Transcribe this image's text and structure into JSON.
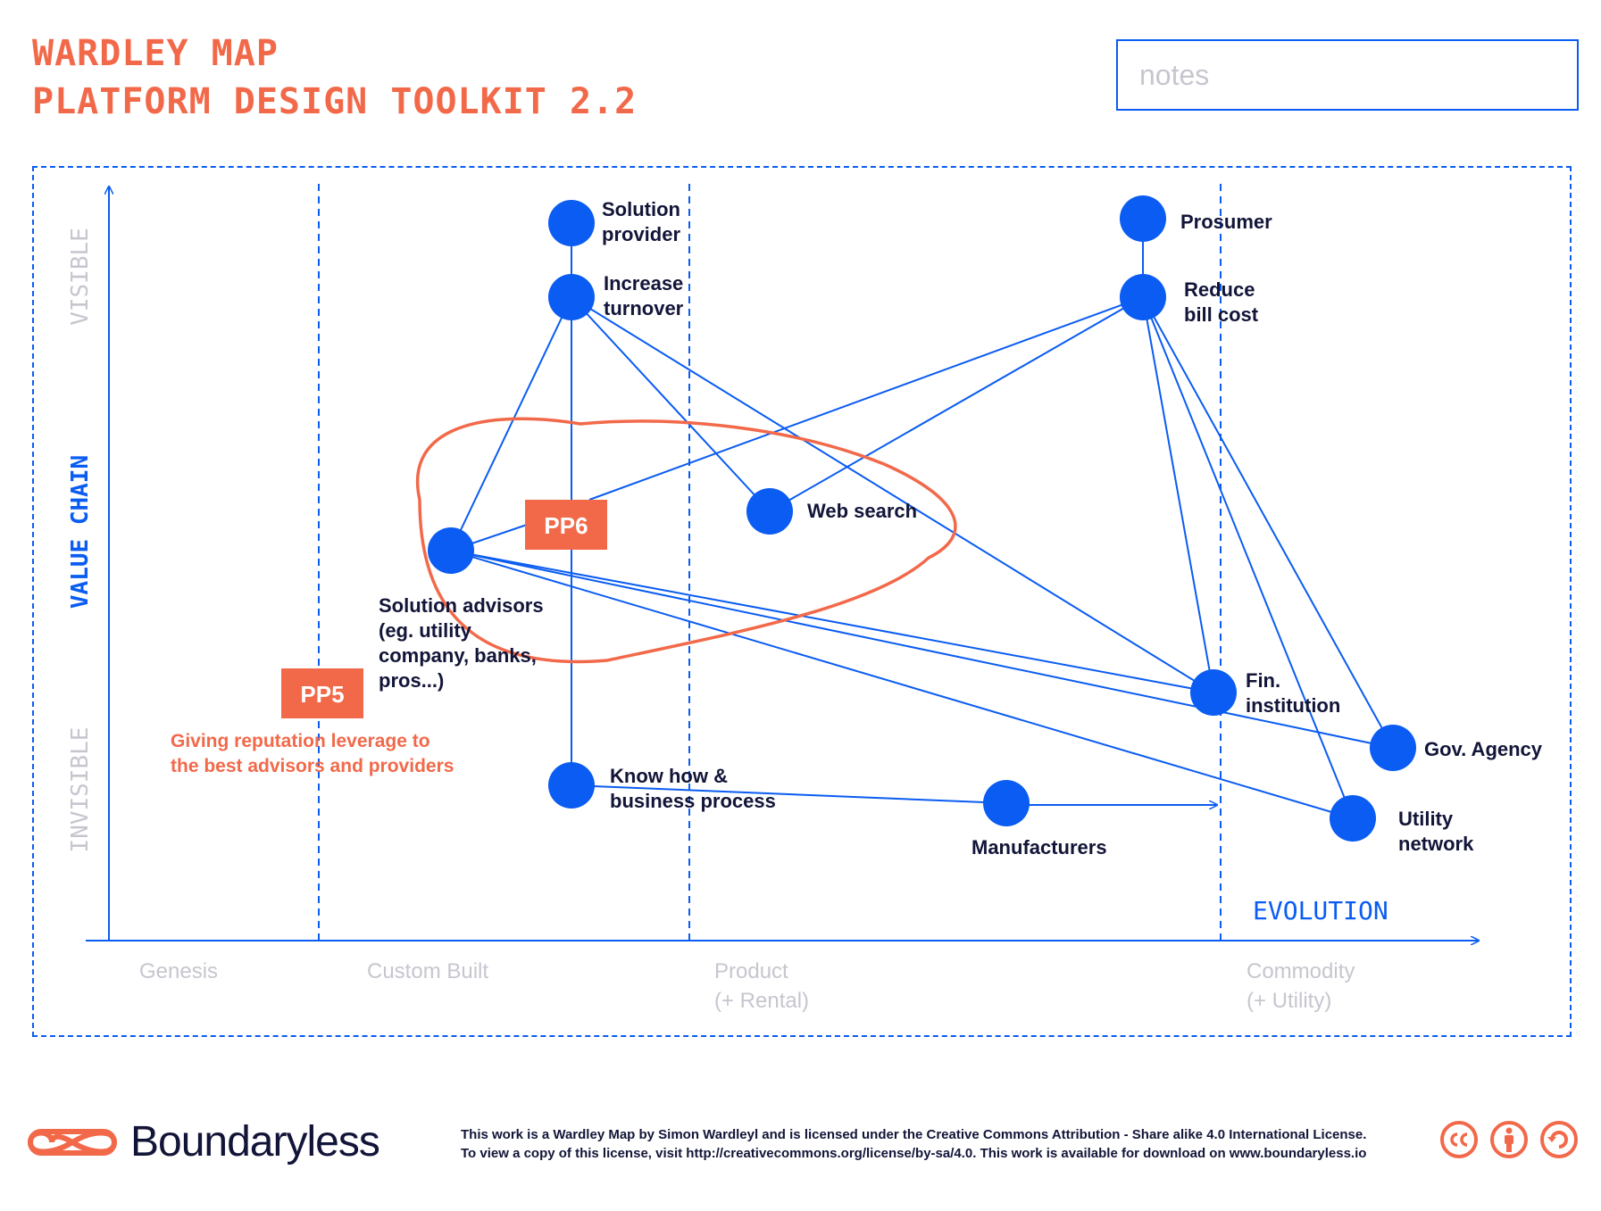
{
  "header": {
    "title_line1": "WARDLEY MAP",
    "title_line2": "PLATFORM DESIGN TOOLKIT 2.2",
    "notes_placeholder": "notes"
  },
  "axes": {
    "y_label": "VALUE CHAIN",
    "y_top": "VISIBLE",
    "y_bottom": "INVISIBLE",
    "x_label": "EVOLUTION",
    "stages": [
      {
        "line1": "Genesis",
        "line2": ""
      },
      {
        "line1": "Custom Built",
        "line2": ""
      },
      {
        "line1": "Product",
        "line2": "(+ Rental)"
      },
      {
        "line1": "Commodity",
        "line2": "(+ Utility)"
      }
    ]
  },
  "nodes": [
    {
      "id": "solution_provider",
      "lines": [
        "Solution",
        "provider"
      ]
    },
    {
      "id": "increase_turnover",
      "lines": [
        "Increase",
        "turnover"
      ]
    },
    {
      "id": "prosumer",
      "lines": [
        "Prosumer"
      ]
    },
    {
      "id": "reduce_bill",
      "lines": [
        "Reduce",
        "bill cost"
      ]
    },
    {
      "id": "web_search",
      "lines": [
        "Web search"
      ]
    },
    {
      "id": "solution_advisors",
      "lines": [
        "Solution advisors",
        "(eg. utility",
        "company, banks,",
        "pros...)"
      ]
    },
    {
      "id": "fin_institution",
      "lines": [
        "Fin.",
        "institution"
      ]
    },
    {
      "id": "gov_agency",
      "lines": [
        "Gov. Agency"
      ]
    },
    {
      "id": "know_how",
      "lines": [
        "Know how &",
        "business process"
      ]
    },
    {
      "id": "manufacturers",
      "lines": [
        "Manufacturers"
      ]
    },
    {
      "id": "utility_network",
      "lines": [
        "Utility",
        "network"
      ]
    }
  ],
  "badges": [
    {
      "id": "pp5",
      "label": "PP5"
    },
    {
      "id": "pp6",
      "label": "PP6"
    }
  ],
  "annotation": {
    "lines": [
      "Giving reputation leverage to",
      "the best advisors and providers"
    ]
  },
  "colors": {
    "accent": "#f2694a",
    "blue": "#0a5cf2",
    "muted": "#c6c6cf",
    "dark": "#121538"
  },
  "footer": {
    "brand": "Boundaryless",
    "license_line1": "This work is a Wardley Map by Simon Wardleyl and is  licensed under the Creative Commons Attribution - Share alike 4.0 International License.",
    "license_line2": "To view a copy of this license, visit http://creativecommons.org/license/by-sa/4.0. This work is available for download on www.boundaryless.io",
    "license_icons": [
      "cc-icon",
      "by-icon",
      "sa-icon"
    ]
  }
}
